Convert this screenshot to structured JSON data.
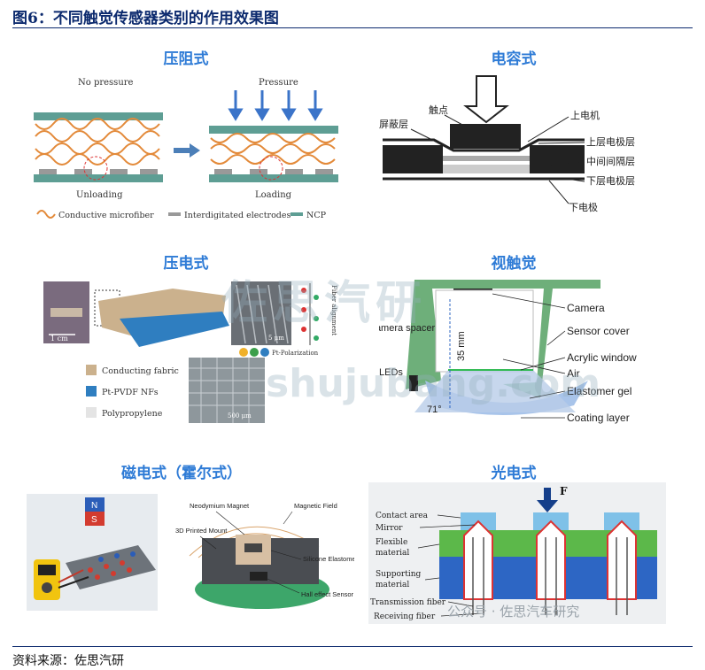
{
  "figure_title": "图6：不同触觉传感器类别的作用效果图",
  "source": "资料来源：佐思汽研",
  "watermark": {
    "brand": "佐思汽研",
    "url": "shujubang.com",
    "wechat": "公众号 · 佐思汽车研究"
  },
  "colors": {
    "title": "#0c2a6e",
    "section": "#2e7bd6"
  },
  "sections": {
    "piezoresistive": {
      "title": "压阻式",
      "no_pressure": "No pressure",
      "pressure": "Pressure",
      "unloading": "Unloading",
      "loading": "Loading",
      "legend": [
        "Conductive microfiber",
        "Interdigitated electrodes",
        "NCP"
      ]
    },
    "capacitive": {
      "title": "电容式",
      "labels": {
        "shield": "屏蔽层",
        "contact": "触点",
        "top_electrode": "上电机",
        "upper_layer": "上层电极层",
        "middle": "中间间隔层",
        "lower_layer": "下层电极层",
        "bottom_electrode": "下电极"
      }
    },
    "piezoelectric": {
      "title": "压电式",
      "scale": "1 cm",
      "legend": [
        "Conducting fabric",
        "Pt-PVDF NFs",
        "Polypropylene"
      ],
      "sem_scale1": "5 μm",
      "sem_scale2": "500 μm",
      "side_label": "Fiber alignment",
      "pol_label": "Pt-Polarization"
    },
    "visual": {
      "title": "视触觉",
      "labels": {
        "camera_spacer": "Camera spacer",
        "leds": "LEDs",
        "angle": "71°",
        "height": "35 mm",
        "camera": "Camera",
        "sensor_cover": "Sensor cover",
        "acrylic": "Acrylic window",
        "air": "Air",
        "elastomer": "Elastomer gel",
        "coating": "Coating layer"
      }
    },
    "magnetic": {
      "title": "磁电式（霍尔式）",
      "labels": {
        "magnet": "Neodymium Magnet",
        "field": "Magnetic Field",
        "mount": "3D Printed Mount",
        "silicone": "Silicone Elastomer",
        "hall": "Hall effect Sensor",
        "n": "N",
        "s": "S"
      }
    },
    "optical": {
      "title": "光电式",
      "force": "F",
      "labels": [
        "Contact area",
        "Mirror",
        "Flexible material",
        "Supporting material",
        "Transmission fiber",
        "Receiving fiber"
      ]
    }
  }
}
